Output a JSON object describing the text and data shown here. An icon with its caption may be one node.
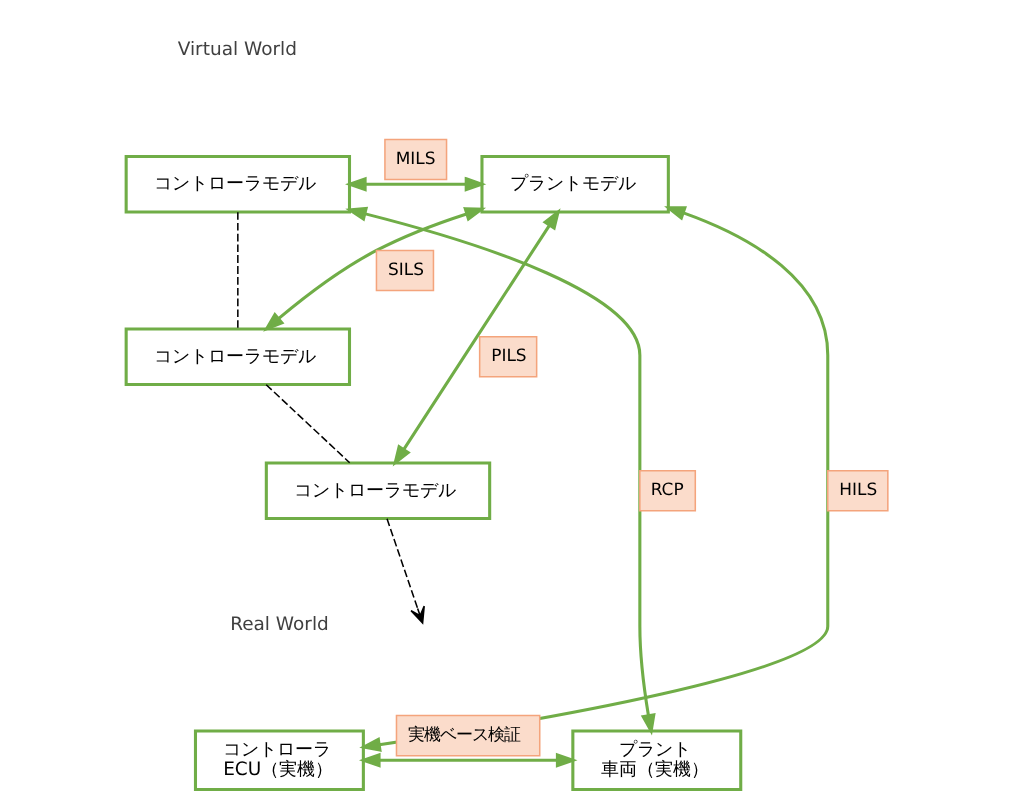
{
  "diagram": {
    "nodes": [
      {
        "text": [
          "コントローラモデル"
        ]
      },
      {
        "text": [
          "プラントモデル"
        ]
      },
      {
        "text": [
          "コントローラモデル"
        ]
      },
      {
        "text": [
          "コントローラモデル"
        ]
      },
      {
        "text": [
          "コントローラ",
          "ECU（実機）"
        ]
      },
      {
        "text": [
          "プラント",
          "車両（実機）"
        ]
      }
    ],
    "edges": [
      {
        "from": 0,
        "to": 1,
        "arrow": "both",
        "label": "MILS"
      },
      {
        "from": 2,
        "to": 1,
        "arrow": "both",
        "label": "SILS"
      },
      {
        "from": 3,
        "to": 1,
        "arrow": "both",
        "label": "PILS"
      },
      {
        "from": 0,
        "to": 5,
        "arrow": "both",
        "label": "RCP"
      },
      {
        "from": 4,
        "to": 1,
        "arrow": "both",
        "label": "HILS"
      },
      {
        "from": 4,
        "to": 5,
        "arrow": "both",
        "label": "実機ベース検証"
      },
      {
        "from": 0,
        "to": 2,
        "arrow": "none",
        "style": "dashed",
        "color": "#000000"
      },
      {
        "from": 2,
        "to": 3,
        "arrow": "none",
        "style": "dashed",
        "color": "#000000"
      },
      {
        "from": 3,
        "to": null,
        "arrow": "to",
        "style": "dashed",
        "color": "#000000"
      }
    ],
    "labels": [
      "Virtual World",
      "Real World"
    ]
  }
}
